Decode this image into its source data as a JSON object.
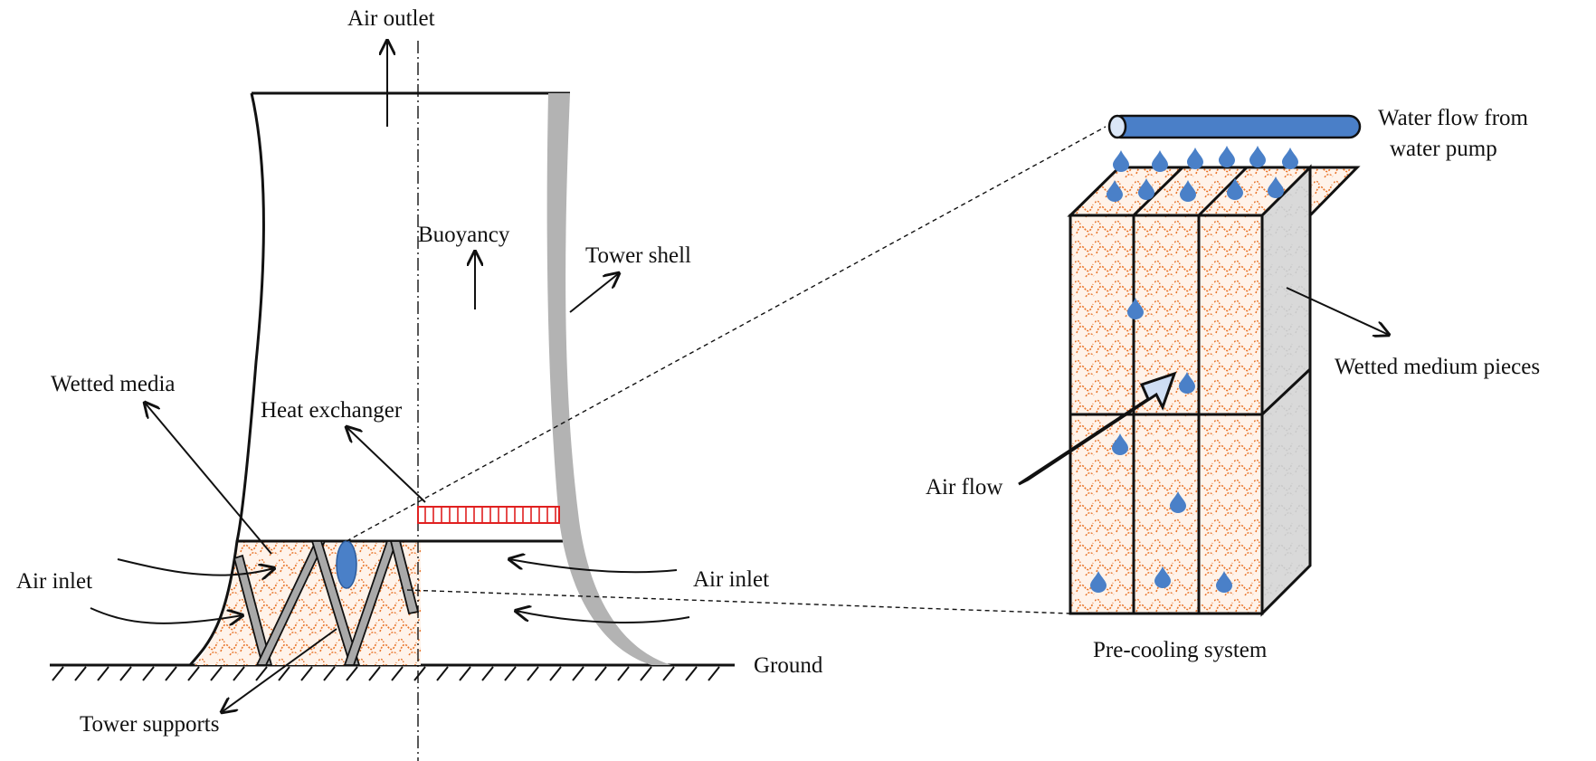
{
  "labels": {
    "air_outlet": "Air outlet",
    "buoyancy": "Buoyancy",
    "tower_shell": "Tower shell",
    "wetted_media": "Wetted media",
    "heat_exchanger": "Heat exchanger",
    "air_inlet_left": "Air inlet",
    "air_inlet_right": "Air inlet",
    "ground": "Ground",
    "tower_supports": "Tower supports",
    "water_flow_line1": "Water flow from",
    "water_flow_line2": "water pump",
    "wetted_medium_pieces": "Wetted medium pieces",
    "air_flow": "Air flow",
    "pre_cooling_system": "Pre-cooling system"
  },
  "colors": {
    "stroke": "#111111",
    "shell_gray": "#b3b3b3",
    "support_gray": "#a9a9a9",
    "media_orange": "#e8742a",
    "media_fill": "#fff3ea",
    "heat_exchanger_red": "#e02020",
    "water_blue": "#4a80c8",
    "pipe_blue": "#4a7fc8",
    "air_flow_fill": "#e2ecf8"
  },
  "icons": {
    "water_drop": "water-drop-icon"
  }
}
